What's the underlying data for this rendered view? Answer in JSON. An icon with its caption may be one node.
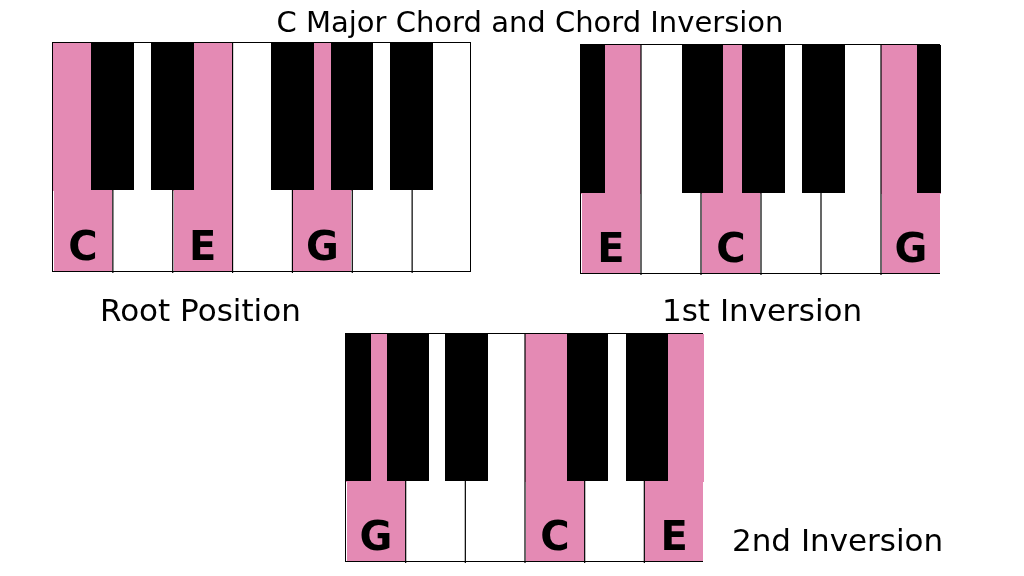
{
  "diagram": {
    "title": "C Major Chord and Chord Inversion",
    "nodes": [
      {
        "text": [],
        "shape": "box",
        "beside": [
          "Root Position"
        ]
      },
      {
        "text": [
          "C"
        ],
        "in": 0
      },
      {
        "text": [
          "E"
        ],
        "in": 0
      },
      {
        "text": [
          "G"
        ],
        "in": 0
      },
      {
        "text": [],
        "shape": "box",
        "beside": [
          "1st Inversion"
        ]
      },
      {
        "text": [
          "E"
        ],
        "in": 4
      },
      {
        "text": [
          "C"
        ],
        "in": 4
      },
      {
        "text": [
          "G"
        ],
        "in": 4
      },
      {
        "text": [],
        "shape": "box",
        "beside": [
          "2nd Inversion"
        ]
      },
      {
        "text": [
          "G"
        ],
        "in": 8
      },
      {
        "text": [
          "C"
        ],
        "in": 8
      },
      {
        "text": [
          "E"
        ],
        "in": 8
      }
    ],
    "edges": []
  }
}
